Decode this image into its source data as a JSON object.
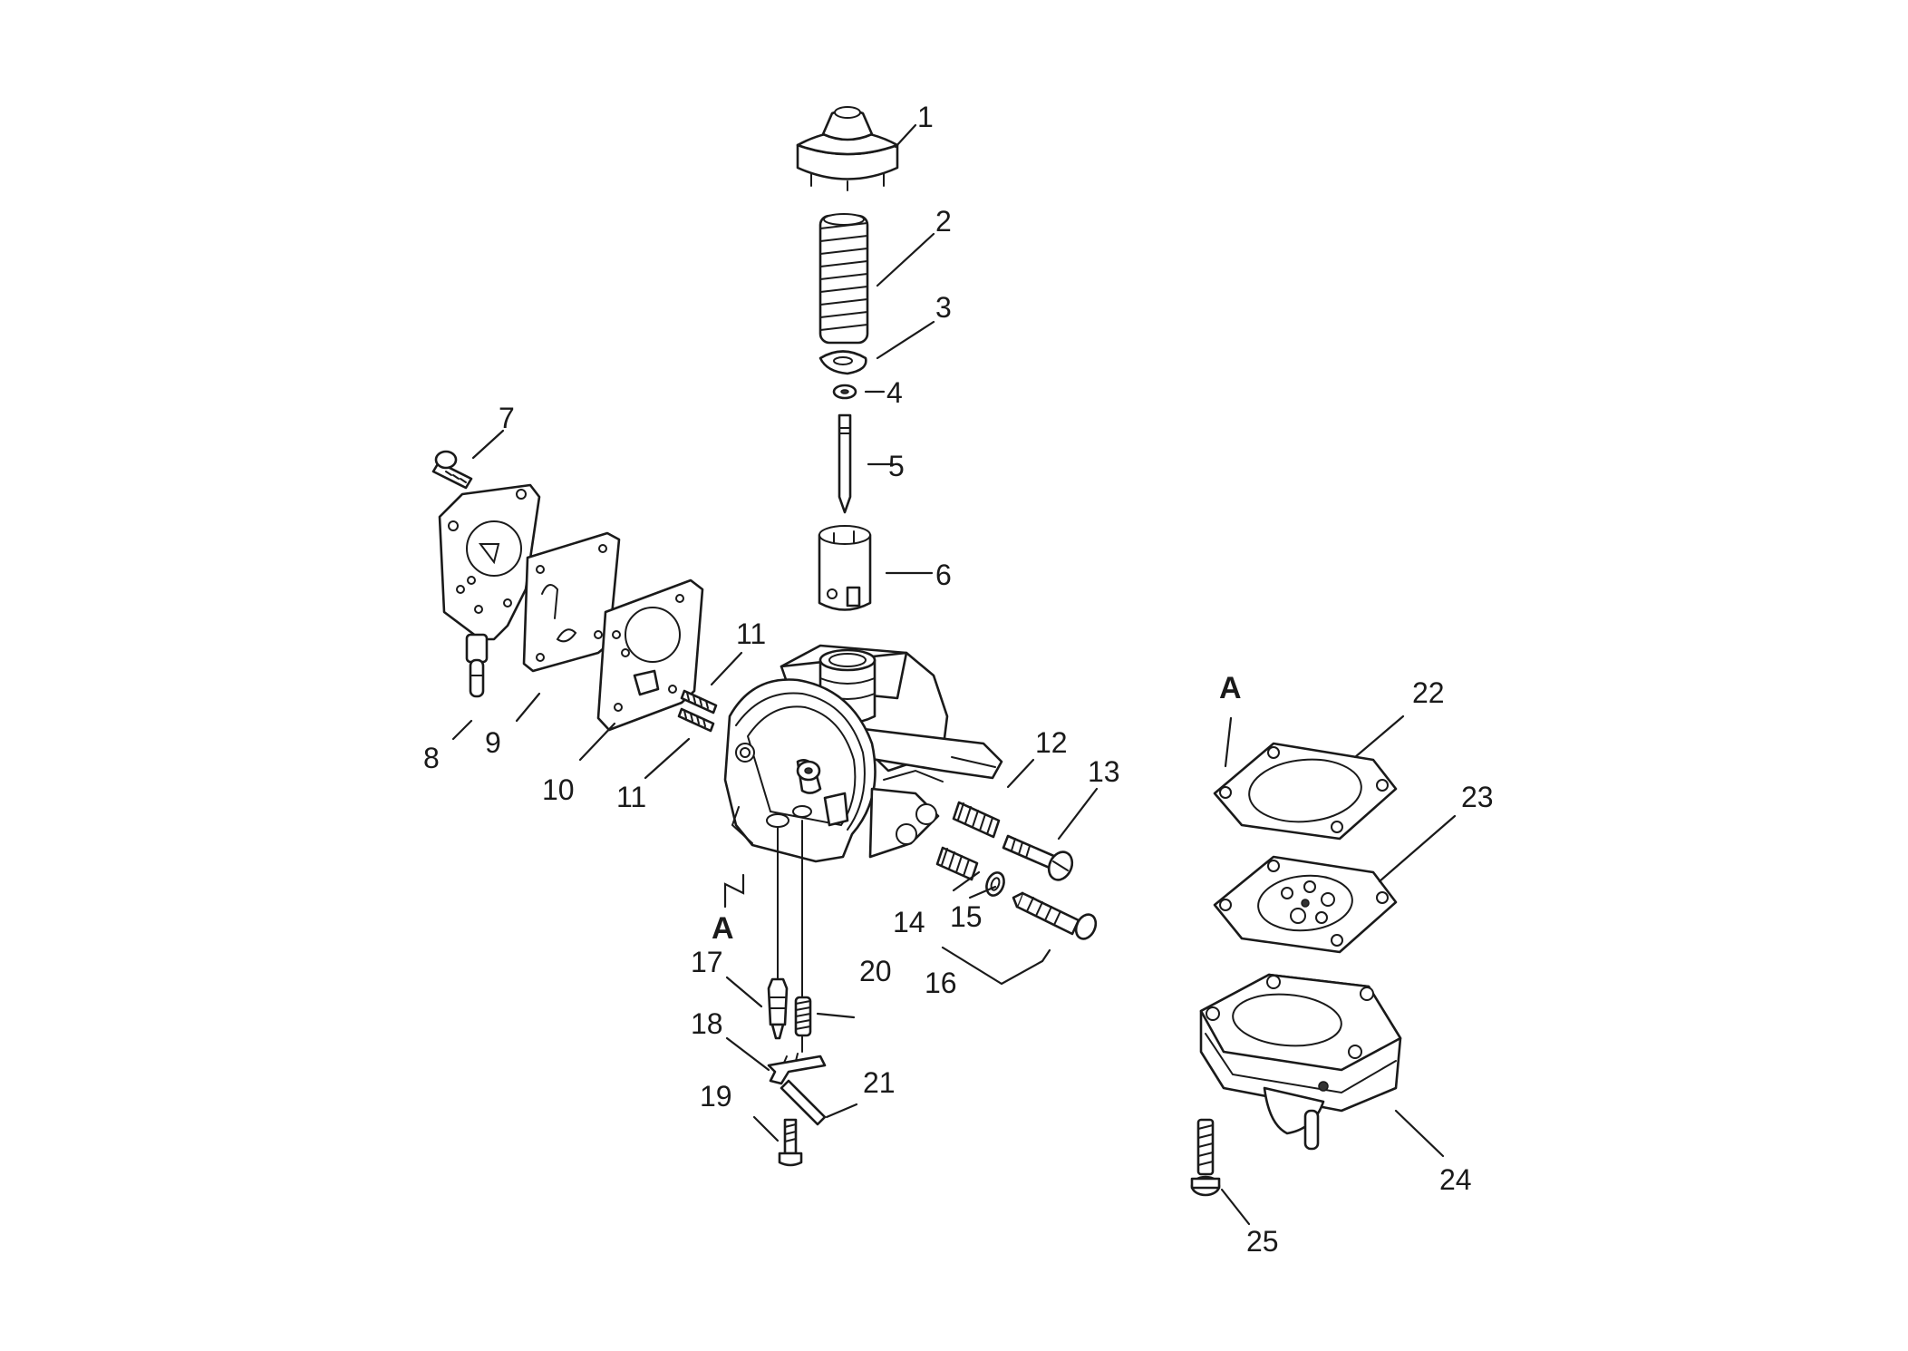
{
  "diagram": {
    "callouts": [
      "1",
      "2",
      "3",
      "4",
      "5",
      "6",
      "7",
      "8",
      "9",
      "10",
      "11",
      "11",
      "12",
      "13",
      "14",
      "15",
      "16",
      "17",
      "18",
      "19",
      "20",
      "21",
      "22",
      "23",
      "24",
      "25"
    ],
    "ref_markers": [
      "A",
      "A"
    ]
  }
}
